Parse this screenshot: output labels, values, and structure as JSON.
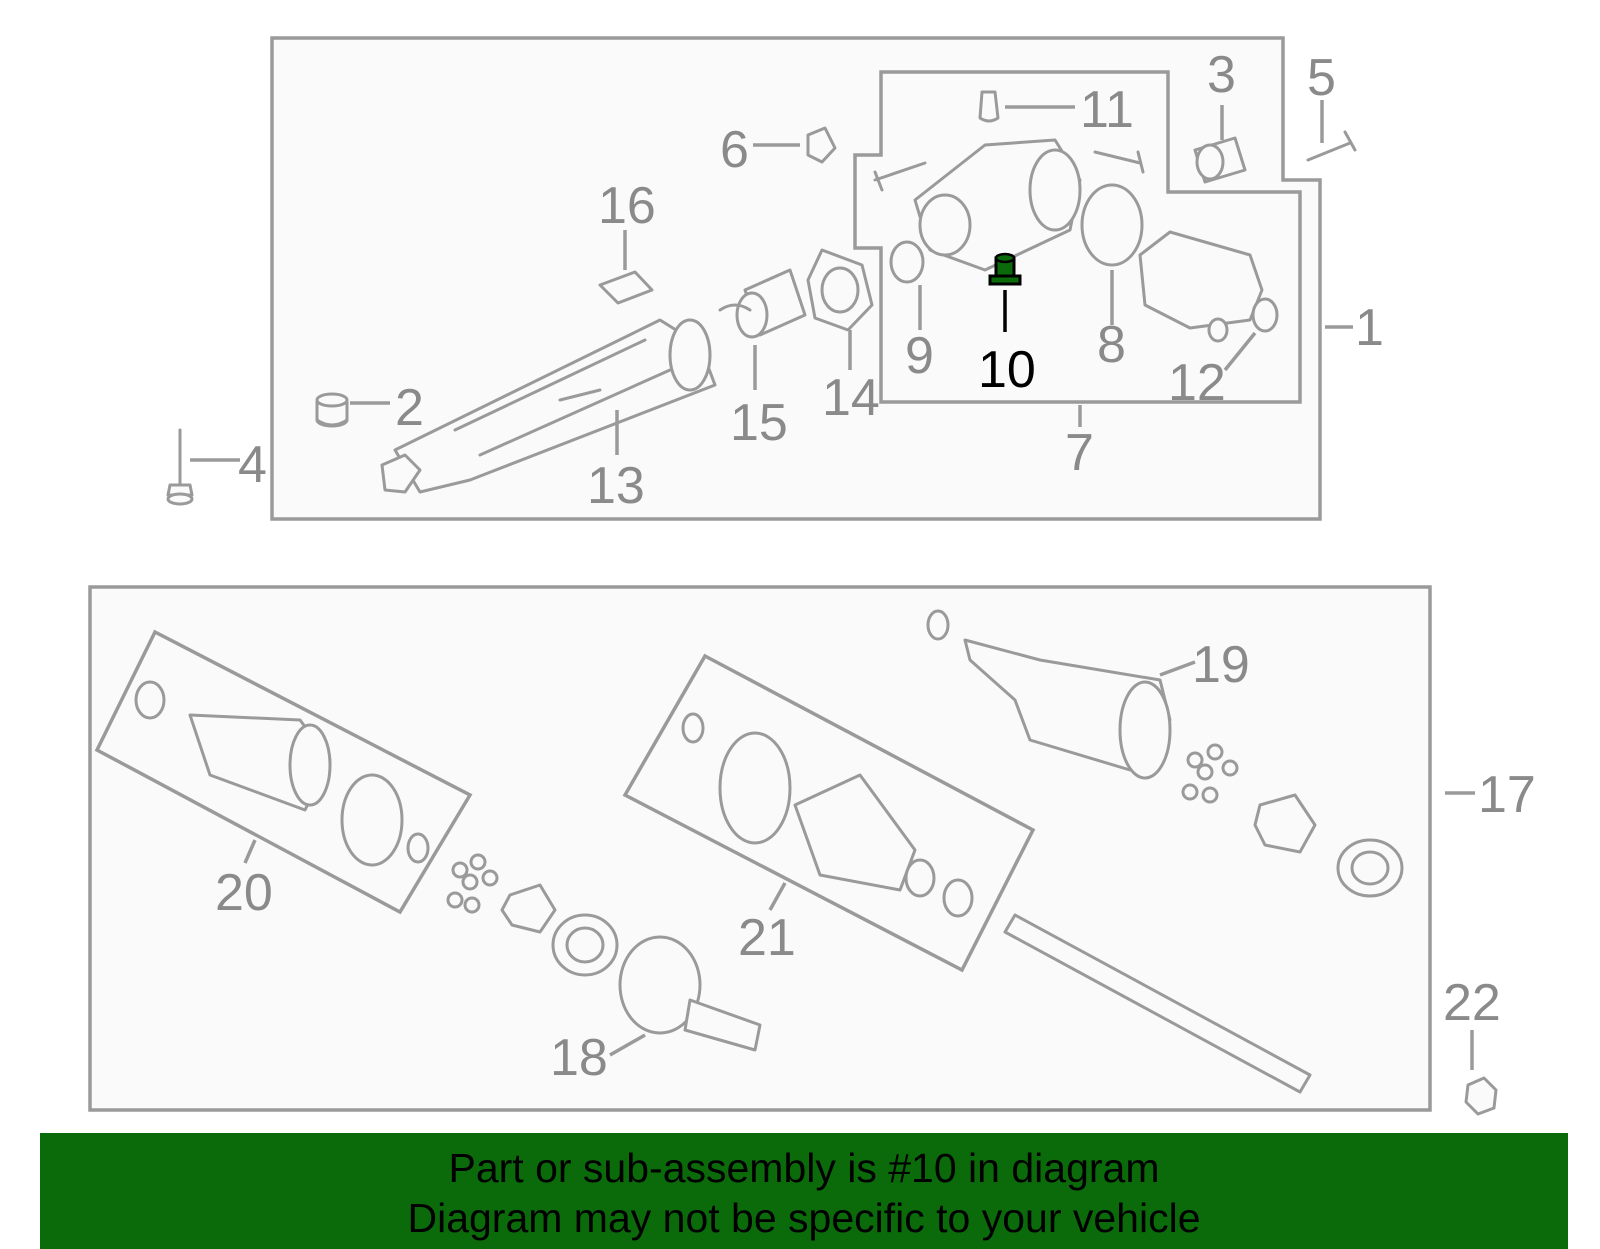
{
  "highlight_color": "#0b6b0b",
  "labels": {
    "c1": "1",
    "c2": "2",
    "c3": "3",
    "c4": "4",
    "c5": "5",
    "c6": "6",
    "c7": "7",
    "c8": "8",
    "c9": "9",
    "c10": "10",
    "c11": "11",
    "c12": "12",
    "c13": "13",
    "c14": "14",
    "c15": "15",
    "c16": "16",
    "c17": "17",
    "c18": "18",
    "c19": "19",
    "c20": "20",
    "c21": "21",
    "c22": "22"
  },
  "highlighted_part": "10",
  "banner": {
    "line1": "Part or sub-assembly is #10 in diagram",
    "line2": "Diagram may not be specific to your vehicle"
  }
}
